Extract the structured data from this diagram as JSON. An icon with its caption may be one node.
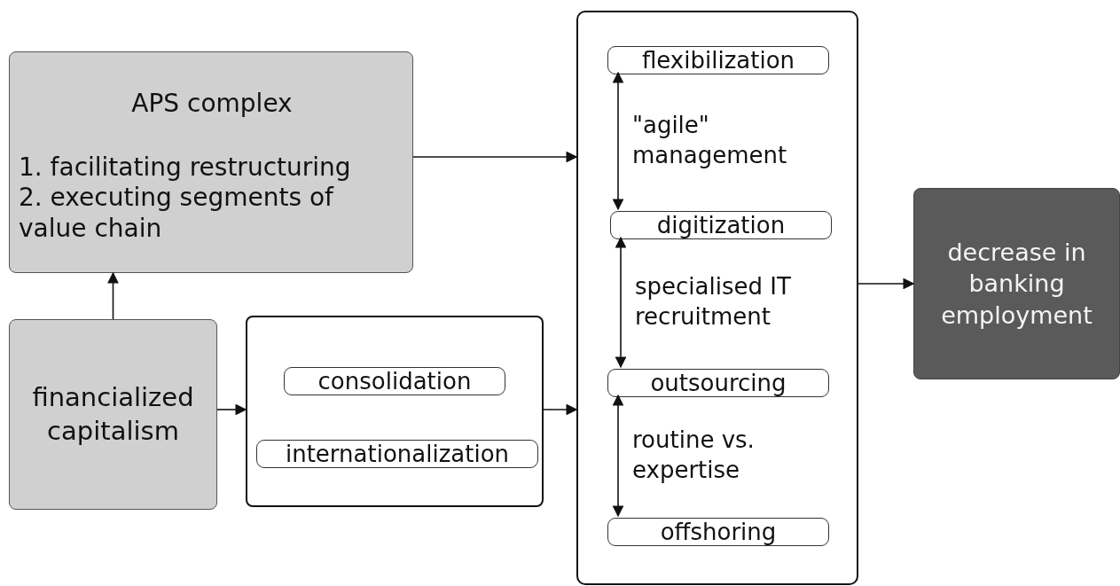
{
  "diagram": {
    "nodes": [
      {
        "text": [
          "APS complex",
          "1. facilitating restructuring",
          "2. executing segments of value chain"
        ]
      },
      {
        "text": [
          "financialized capitalism"
        ]
      },
      {
        "text": [],
        "shape": "box"
      },
      {
        "text": [
          "consolidation"
        ],
        "in": 2
      },
      {
        "text": [
          "internationalization"
        ],
        "in": 2
      },
      {
        "text": [],
        "shape": "box"
      },
      {
        "text": [
          "flexibilization"
        ],
        "in": 5
      },
      {
        "text": [
          "digitization"
        ],
        "in": 5
      },
      {
        "text": [
          "outsourcing"
        ],
        "in": 5
      },
      {
        "text": [
          "offshoring"
        ],
        "in": 5
      },
      {
        "text": [
          "decrease in banking employment"
        ]
      }
    ],
    "edges": [
      {
        "from": 1,
        "to": 0,
        "arrow": "to"
      },
      {
        "from": 0,
        "to": 5,
        "arrow": "to"
      },
      {
        "from": 1,
        "to": 2,
        "arrow": "to"
      },
      {
        "from": 2,
        "to": 5,
        "arrow": "to"
      },
      {
        "from": 5,
        "to": 10,
        "arrow": "to"
      },
      {
        "from": 6,
        "to": 7,
        "arrow": "both",
        "label": "\"agile\" management"
      },
      {
        "from": 7,
        "to": 8,
        "arrow": "both",
        "label": "specialised IT recruitment"
      },
      {
        "from": 8,
        "to": 9,
        "arrow": "both",
        "label": "routine vs. expertise"
      }
    ]
  }
}
